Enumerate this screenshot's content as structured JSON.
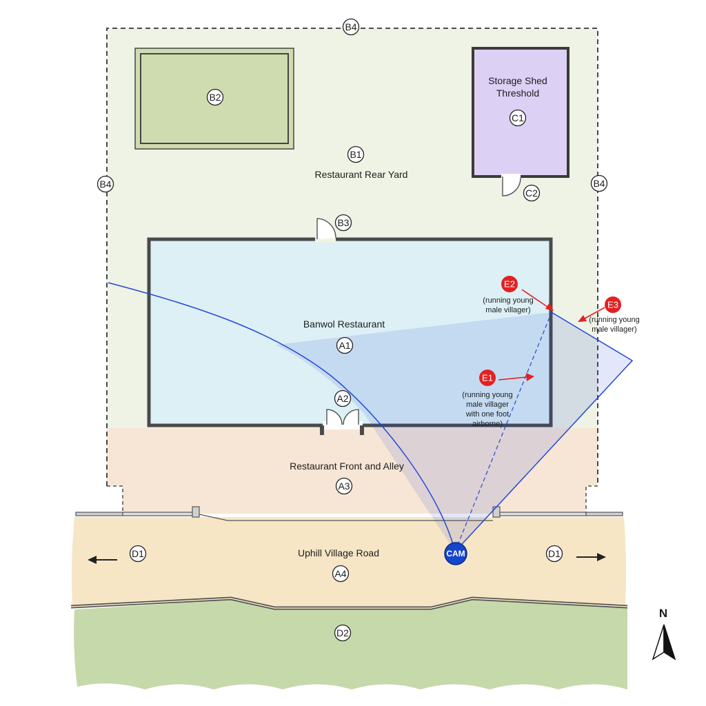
{
  "areas": {
    "b1": {
      "code": "B1",
      "label": "Restaurant Rear Yard"
    },
    "b2": {
      "code": "B2"
    },
    "b3": {
      "code": "B3"
    },
    "b4": {
      "code": "B4"
    },
    "a1": {
      "code": "A1",
      "label": "Banwol Restaurant"
    },
    "a2": {
      "code": "A2"
    },
    "a3": {
      "code": "A3",
      "label": "Restaurant Front and Alley"
    },
    "a4": {
      "code": "A4",
      "label": "Uphill Village Road"
    },
    "c1": {
      "code": "C1",
      "label_line1": "Storage Shed",
      "label_line2": "Threshold"
    },
    "c2": {
      "code": "C2"
    },
    "d1": {
      "code": "D1"
    },
    "d2": {
      "code": "D2"
    }
  },
  "events": {
    "e1": {
      "code": "E1",
      "lines": [
        "(running young",
        "male villager",
        "with one foot",
        "airborne)"
      ]
    },
    "e2": {
      "code": "E2",
      "lines": [
        "(running young",
        "male villager)"
      ]
    },
    "e3": {
      "code": "E3",
      "lines": [
        "(running young",
        "male villager)"
      ]
    }
  },
  "camera": {
    "label": "CAM"
  },
  "compass": {
    "label": "N"
  },
  "colors": {
    "yard": "#eef3e5",
    "garden_bed": "#cfdcaf",
    "shed": "#ddd0f5",
    "restaurant": "#dcf0f5",
    "front_alley": "#f7e6d5",
    "road": "#f6e6c6",
    "verge": "#c6d9aa",
    "camera_fov": "#2447d6",
    "event_marker": "#e32121",
    "camera_marker": "#1445cc"
  }
}
